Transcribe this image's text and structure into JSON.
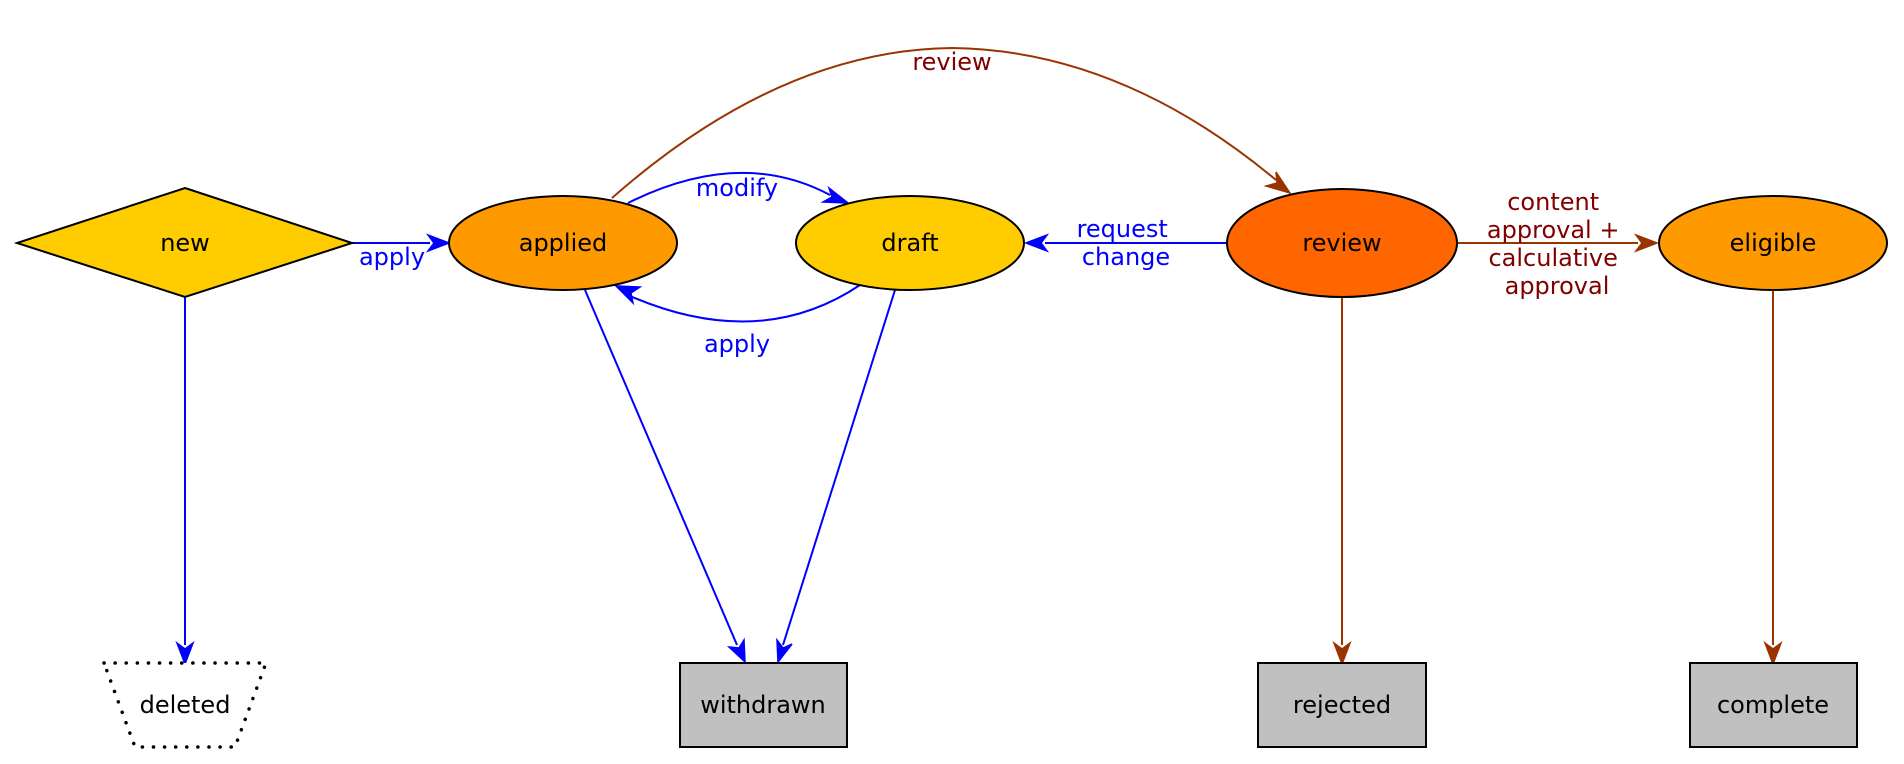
{
  "nodes": {
    "new": {
      "label": "new",
      "shape": "diamond",
      "color": "#ffcc00"
    },
    "applied": {
      "label": "applied",
      "shape": "ellipse",
      "color": "#ff9900"
    },
    "draft": {
      "label": "draft",
      "shape": "ellipse",
      "color": "#ffcc00"
    },
    "review": {
      "label": "review",
      "shape": "ellipse",
      "color": "#ff6600"
    },
    "eligible": {
      "label": "eligible",
      "shape": "ellipse",
      "color": "#ff9900"
    },
    "deleted": {
      "label": "deleted",
      "shape": "dotted-trapezium",
      "color": "#ffffff"
    },
    "withdrawn": {
      "label": "withdrawn",
      "shape": "box",
      "color": "#c0c0c0"
    },
    "rejected": {
      "label": "rejected",
      "shape": "box",
      "color": "#c0c0c0"
    },
    "complete": {
      "label": "complete",
      "shape": "box",
      "color": "#c0c0c0"
    }
  },
  "edges": {
    "new_applied": {
      "from": "new",
      "to": "applied",
      "lines": [
        "apply"
      ],
      "color": "#0000ff"
    },
    "new_deleted": {
      "from": "new",
      "to": "deleted",
      "lines": [],
      "color": "#0000ff"
    },
    "applied_draft": {
      "from": "applied",
      "to": "draft",
      "lines": [
        "modify"
      ],
      "color": "#0000ff"
    },
    "draft_applied": {
      "from": "draft",
      "to": "applied",
      "lines": [
        "apply"
      ],
      "color": "#0000ff"
    },
    "applied_review": {
      "from": "applied",
      "to": "review",
      "lines": [
        "review"
      ],
      "color": "#993300"
    },
    "review_draft": {
      "from": "review",
      "to": "draft",
      "lines": [
        "request",
        "change"
      ],
      "color": "#0000ff"
    },
    "review_eligible": {
      "from": "review",
      "to": "eligible",
      "lines": [
        "content",
        "approval +",
        "calculative",
        "approval"
      ],
      "color": "#993300"
    },
    "applied_withdrawn": {
      "from": "applied",
      "to": "withdrawn",
      "lines": [],
      "color": "#0000ff"
    },
    "draft_withdrawn": {
      "from": "draft",
      "to": "withdrawn",
      "lines": [],
      "color": "#0000ff"
    },
    "review_rejected": {
      "from": "review",
      "to": "rejected",
      "lines": [],
      "color": "#993300"
    },
    "eligible_complete": {
      "from": "eligible",
      "to": "complete",
      "lines": [],
      "color": "#993300"
    }
  }
}
